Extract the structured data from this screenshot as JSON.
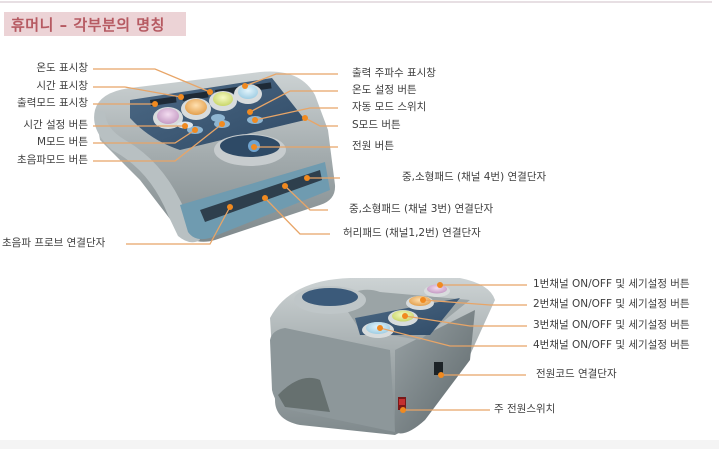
{
  "title": "휴머니 – 각부분의 명칭",
  "colors": {
    "title_text": "#b65a62",
    "title_bg": "#ecd3d6",
    "leader_line": "#e8a567",
    "marker_dot": "#f08a20",
    "device_body": "#9ea6a8",
    "panel": "#3d5a78"
  },
  "front_view": {
    "left_labels": [
      {
        "id": "temp-display",
        "label": "온도 표시창"
      },
      {
        "id": "time-display",
        "label": "시간 표시창"
      },
      {
        "id": "output-mode-display",
        "label": "출력모드 표시창"
      },
      {
        "id": "time-set-button",
        "label": "시간 설정 버튼"
      },
      {
        "id": "m-mode-button",
        "label": "M모드 버튼"
      },
      {
        "id": "ultrasound-mode-button",
        "label": "초음파모드 버튼"
      }
    ],
    "right_labels": [
      {
        "id": "output-frequency-display",
        "label": "출력 주파수 표시창"
      },
      {
        "id": "temp-set-button",
        "label": "온도 설정 버튼"
      },
      {
        "id": "auto-mode-switch",
        "label": "자동 모드 스위치"
      },
      {
        "id": "s-mode-button",
        "label": "S모드 버튼"
      },
      {
        "id": "power-button",
        "label": "전원 버튼"
      }
    ],
    "port_labels": [
      {
        "id": "pad-ch4-port",
        "label": "중,소형패드 (채널 4번) 연결단자"
      },
      {
        "id": "pad-ch3-port",
        "label": "중,소형패드 (채널 3번) 연결단자"
      },
      {
        "id": "waist-pad-port",
        "label": "허리패드 (채널1,2번) 연결단자"
      },
      {
        "id": "ultrasound-probe-port",
        "label": "초음파 프로브 연결단자"
      }
    ]
  },
  "rear_view": {
    "labels": [
      {
        "id": "ch1-button",
        "label": "1번채널 ON/OFF 및 세기설정 버튼"
      },
      {
        "id": "ch2-button",
        "label": "2번채널 ON/OFF 및 세기설정 버튼"
      },
      {
        "id": "ch3-button",
        "label": "3번채널 ON/OFF 및 세기설정 버튼"
      },
      {
        "id": "ch4-button",
        "label": "4번채널 ON/OFF 및 세기설정 버튼"
      },
      {
        "id": "power-cord-port",
        "label": "전원코드 연결단자"
      },
      {
        "id": "main-power-switch",
        "label": "주 전원스위치"
      }
    ]
  }
}
